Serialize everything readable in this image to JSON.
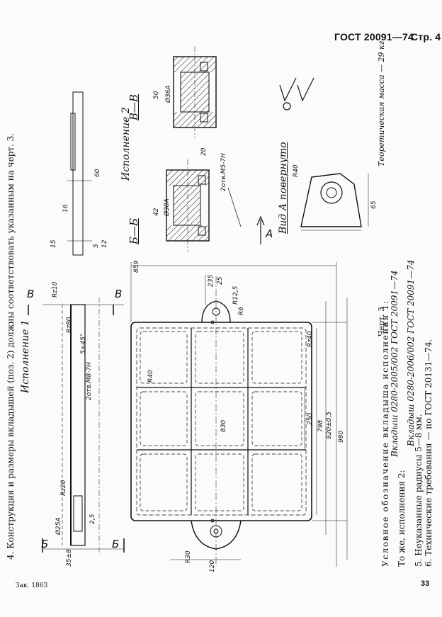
{
  "header": {
    "standard": "ГОСТ 20091—74",
    "page": "Стр. 4"
  },
  "section_heading": "4. Конструкция и размеры вкладышей (поз. 2) должны соответствовать указанным на черт. 3.",
  "labels": {
    "variant1": "Исполнение 1",
    "variant2": "Исполнение 2",
    "view_a": "Вид А повернуто",
    "section_b": "Б—Б",
    "section_v": "В—В",
    "figure": "Черт. 3",
    "mass": "Теоретическая масса — 29 кг",
    "arrow_a": "А",
    "b": "Б",
    "v": "В"
  },
  "dimensions": {
    "d1": "859",
    "d2": "830",
    "d3": "920±0,5",
    "d4": "980",
    "d5": "798",
    "d6": "250",
    "d7": "235",
    "d8": "25",
    "d9": "R40",
    "d10": "R6",
    "d11": "R12,5",
    "d12": "R30",
    "d13": "120",
    "d14": "42",
    "d15": "50",
    "d16": "65",
    "d17": "16",
    "d18": "60",
    "d19": "15",
    "d20": "12",
    "d21": "5",
    "d22": "Ø25А",
    "d23": "Ø36А",
    "d24": "Ø30А",
    "d25": "20",
    "d26": "2отв.М8-7Н",
    "d27": "2отв.М5-7Н",
    "d28": "R40",
    "d29": "Rz40",
    "d30": "Rz20",
    "d31": "Rz80",
    "d32": "Rz10",
    "d33": "35±8",
    "d34": "2,5",
    "d35": "5×45°"
  },
  "notes": {
    "line1_label": "Условное обозначение вкладыша исполнения 1:",
    "line1_value": "Вкладыш 0280-2005/002 ГОСТ 20091—74",
    "line2_label": "То же, исполнения 2:",
    "line2_value": "Вкладыш 0280-2006/002 ГОСТ 20091—74",
    "line3": "5. Неуказанные радиусы 5—8 мм.",
    "line4": "6. Технические требования — по ГОСТ 20131—74."
  },
  "footer": {
    "order": "Зак. 1863",
    "page_number": "33"
  }
}
